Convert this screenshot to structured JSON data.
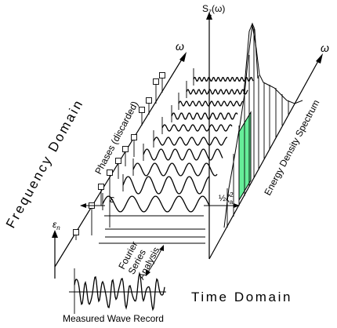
{
  "labels": {
    "frequency_domain": "Frequency Domain",
    "time_domain": "Time Domain",
    "phases": "Phases (discarded)",
    "energy_density": "Energy Density Spectrum",
    "spectrum_symbol": "S",
    "spectrum_sub": "ζ",
    "spectrum_arg": "(ω)",
    "epsilon_n": "ε",
    "epsilon_n_sub": "n",
    "epsilon": "ε",
    "omega_top": "ω",
    "omega_right": "ω",
    "fourier_line1": "Fourier",
    "fourier_line2": "Series",
    "fourier_line3": "Analysis",
    "amplitude_half": "½",
    "amplitude_zeta": "ζ",
    "amplitude_sup": "2",
    "amplitude_sub": "a",
    "measured_record": "Measured Wave Record"
  },
  "colors": {
    "highlight": "#66ee99",
    "ink": "#000000"
  }
}
